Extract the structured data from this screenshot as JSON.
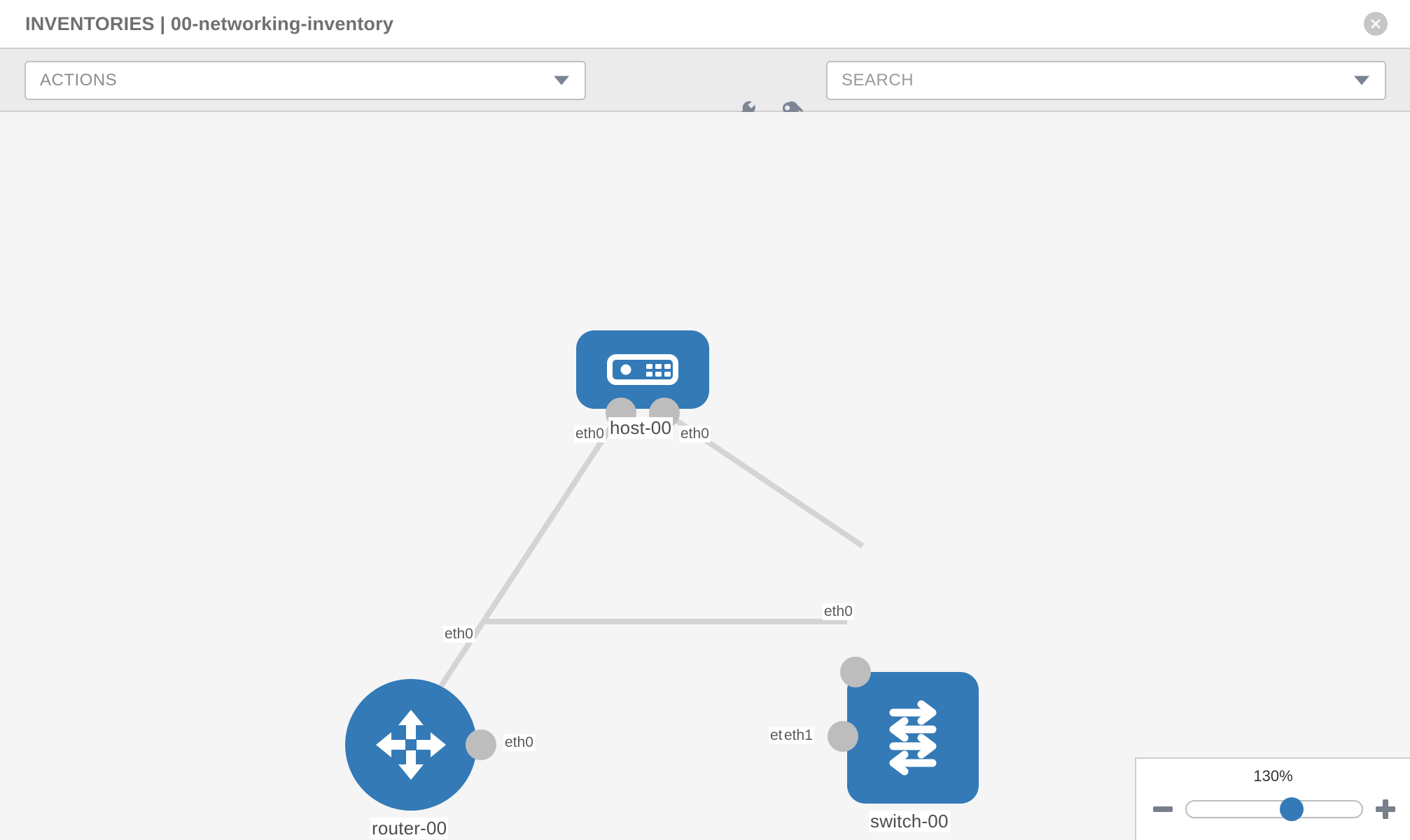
{
  "header": {
    "title": "INVENTORIES | 00-networking-inventory",
    "close_icon": "close-circle-icon"
  },
  "toolbar": {
    "actions_label": "ACTIONS",
    "actions_caret": "chevron-down-icon",
    "wrench_icon": "wrench-icon",
    "key_icon": "key-icon",
    "search_placeholder": "SEARCH",
    "search_caret": "chevron-down-icon"
  },
  "topology": {
    "accent_color": "#337ab7",
    "port_color": "#bdbdbd",
    "link_color": "#d4d4d4",
    "nodes": [
      {
        "id": "host-00",
        "label": "host-00",
        "icon": "server-icon",
        "shape": "square"
      },
      {
        "id": "router-00",
        "label": "router-00",
        "icon": "router-icon",
        "shape": "circle"
      },
      {
        "id": "switch-00",
        "label": "switch-00",
        "icon": "switch-icon",
        "shape": "square"
      }
    ],
    "links": [
      {
        "from": "host-00",
        "to": "router-00",
        "from_iface": "eth0",
        "to_iface": "eth0"
      },
      {
        "from": "host-00",
        "to": "switch-00",
        "from_iface": "eth0",
        "to_iface": "eth0"
      },
      {
        "from": "router-00",
        "to": "switch-00",
        "from_iface": "eth0",
        "to_iface": "eth1"
      }
    ],
    "interface_labels": {
      "host_left": "eth0",
      "host_right": "eth0",
      "router_up": "eth0",
      "router_right": "eth0",
      "switch_up": "eth0",
      "switch_left_hidden": "eth0",
      "switch_left": "eth1"
    }
  },
  "zoom_control": {
    "percent": "130%",
    "minus_label": "—",
    "plus_label": "+",
    "value": 60
  }
}
